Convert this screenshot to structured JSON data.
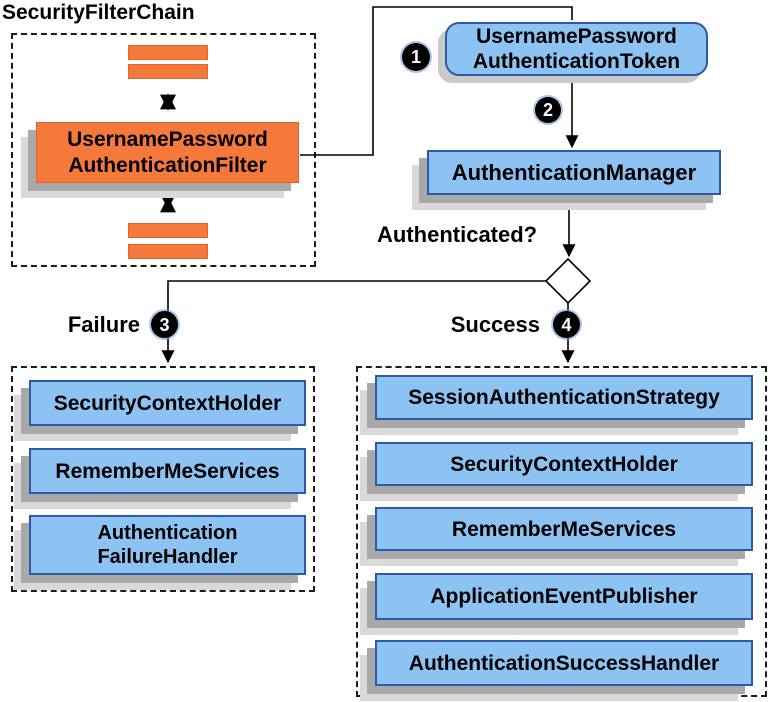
{
  "title": "SecurityFilterChain",
  "colors": {
    "orange_fill": "#F5793B",
    "orange_border": "#E2652F",
    "blue_fill": "#8CC3F2",
    "blue_border": "#2E59A6",
    "shadow_dark": "#A9A9A9",
    "shadow_light": "#D9D9D9",
    "line": "#000000"
  },
  "flow": {
    "filter_label": "UsernamePassword\nAuthenticationFilter",
    "token_label": "UsernamePassword\nAuthenticationToken",
    "auth_manager_label": "AuthenticationManager",
    "authenticated_label": "Authenticated?",
    "badges": [
      "1",
      "2",
      "3",
      "4"
    ]
  },
  "failure": {
    "label": "Failure",
    "boxes": [
      "SecurityContextHolder",
      "RememberMeServices",
      "Authentication\nFailureHandler"
    ]
  },
  "success": {
    "label": "Success",
    "boxes": [
      "SessionAuthenticationStrategy",
      "SecurityContextHolder",
      "RememberMeServices",
      "ApplicationEventPublisher",
      "AuthenticationSuccessHandler"
    ]
  }
}
